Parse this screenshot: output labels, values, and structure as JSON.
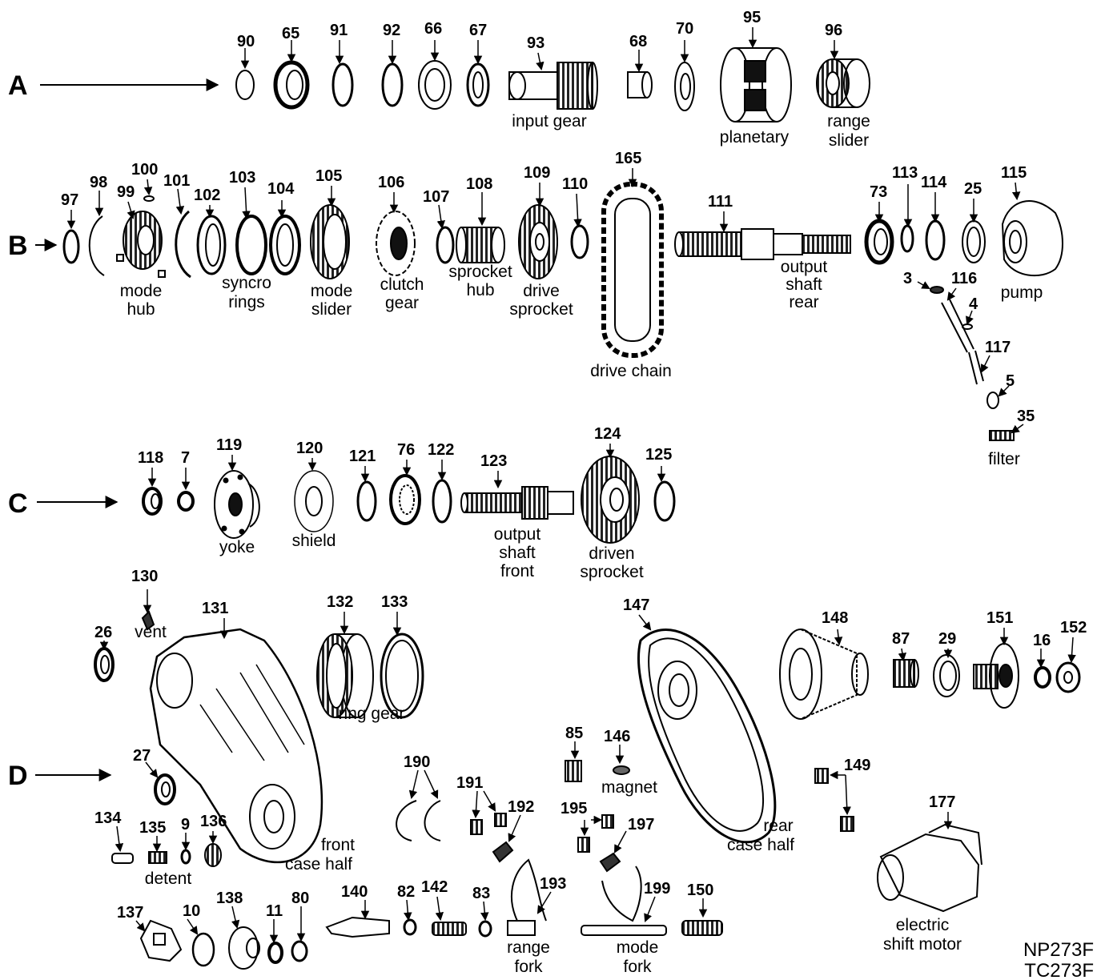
{
  "diagram": {
    "rows": [
      "A",
      "B",
      "C",
      "D"
    ],
    "parts": [
      {
        "id": "p90",
        "num": "90"
      },
      {
        "id": "p65",
        "num": "65"
      },
      {
        "id": "p91",
        "num": "91"
      },
      {
        "id": "p92",
        "num": "92"
      },
      {
        "id": "p66",
        "num": "66"
      },
      {
        "id": "p67",
        "num": "67"
      },
      {
        "id": "p93",
        "num": "93"
      },
      {
        "id": "p68",
        "num": "68"
      },
      {
        "id": "p70",
        "num": "70"
      },
      {
        "id": "p95",
        "num": "95"
      },
      {
        "id": "p96",
        "num": "96"
      },
      {
        "id": "p97",
        "num": "97"
      },
      {
        "id": "p98",
        "num": "98"
      },
      {
        "id": "p99",
        "num": "99"
      },
      {
        "id": "p100",
        "num": "100"
      },
      {
        "id": "p101",
        "num": "101"
      },
      {
        "id": "p102",
        "num": "102"
      },
      {
        "id": "p103",
        "num": "103"
      },
      {
        "id": "p104",
        "num": "104"
      },
      {
        "id": "p105",
        "num": "105"
      },
      {
        "id": "p106",
        "num": "106"
      },
      {
        "id": "p107",
        "num": "107"
      },
      {
        "id": "p108",
        "num": "108"
      },
      {
        "id": "p109",
        "num": "109"
      },
      {
        "id": "p110",
        "num": "110"
      },
      {
        "id": "p165",
        "num": "165"
      },
      {
        "id": "p111",
        "num": "111"
      },
      {
        "id": "p73",
        "num": "73"
      },
      {
        "id": "p113",
        "num": "113"
      },
      {
        "id": "p114",
        "num": "114"
      },
      {
        "id": "p25",
        "num": "25"
      },
      {
        "id": "p115",
        "num": "115"
      },
      {
        "id": "p3",
        "num": "3"
      },
      {
        "id": "p116",
        "num": "116"
      },
      {
        "id": "p4",
        "num": "4"
      },
      {
        "id": "p117",
        "num": "117"
      },
      {
        "id": "p5",
        "num": "5"
      },
      {
        "id": "p35",
        "num": "35"
      },
      {
        "id": "p118",
        "num": "118"
      },
      {
        "id": "p7",
        "num": "7"
      },
      {
        "id": "p119",
        "num": "119"
      },
      {
        "id": "p120",
        "num": "120"
      },
      {
        "id": "p121",
        "num": "121"
      },
      {
        "id": "p76",
        "num": "76"
      },
      {
        "id": "p122",
        "num": "122"
      },
      {
        "id": "p123",
        "num": "123"
      },
      {
        "id": "p124",
        "num": "124"
      },
      {
        "id": "p125",
        "num": "125"
      },
      {
        "id": "p130",
        "num": "130"
      },
      {
        "id": "p131",
        "num": "131"
      },
      {
        "id": "p26",
        "num": "26"
      },
      {
        "id": "p132",
        "num": "132"
      },
      {
        "id": "p133",
        "num": "133"
      },
      {
        "id": "p147",
        "num": "147"
      },
      {
        "id": "p148",
        "num": "148"
      },
      {
        "id": "p87",
        "num": "87"
      },
      {
        "id": "p29",
        "num": "29"
      },
      {
        "id": "p151",
        "num": "151"
      },
      {
        "id": "p16",
        "num": "16"
      },
      {
        "id": "p152",
        "num": "152"
      },
      {
        "id": "p27",
        "num": "27"
      },
      {
        "id": "p85",
        "num": "85"
      },
      {
        "id": "p146",
        "num": "146"
      },
      {
        "id": "p149",
        "num": "149"
      },
      {
        "id": "p190",
        "num": "190"
      },
      {
        "id": "p191",
        "num": "191"
      },
      {
        "id": "p192",
        "num": "192"
      },
      {
        "id": "p195",
        "num": "195"
      },
      {
        "id": "p197",
        "num": "197"
      },
      {
        "id": "p177",
        "num": "177"
      },
      {
        "id": "p134",
        "num": "134"
      },
      {
        "id": "p135",
        "num": "135"
      },
      {
        "id": "p9",
        "num": "9"
      },
      {
        "id": "p136",
        "num": "136"
      },
      {
        "id": "p137",
        "num": "137"
      },
      {
        "id": "p10",
        "num": "10"
      },
      {
        "id": "p138",
        "num": "138"
      },
      {
        "id": "p11",
        "num": "11"
      },
      {
        "id": "p80",
        "num": "80"
      },
      {
        "id": "p140",
        "num": "140"
      },
      {
        "id": "p82",
        "num": "82"
      },
      {
        "id": "p142",
        "num": "142"
      },
      {
        "id": "p83",
        "num": "83"
      },
      {
        "id": "p193",
        "num": "193"
      },
      {
        "id": "p199",
        "num": "199"
      },
      {
        "id": "p150",
        "num": "150"
      }
    ],
    "labels": [
      {
        "id": "input-gear",
        "lines": [
          "input gear"
        ]
      },
      {
        "id": "planetary",
        "lines": [
          "planetary"
        ]
      },
      {
        "id": "range-slider",
        "lines": [
          "range",
          "slider"
        ]
      },
      {
        "id": "mode-hub",
        "lines": [
          "mode",
          "hub"
        ]
      },
      {
        "id": "syncro-rings",
        "lines": [
          "syncro",
          "rings"
        ]
      },
      {
        "id": "mode-slider",
        "lines": [
          "mode",
          "slider"
        ]
      },
      {
        "id": "clutch-gear",
        "lines": [
          "clutch",
          "gear"
        ]
      },
      {
        "id": "sprocket-hub",
        "lines": [
          "sprocket",
          "hub"
        ]
      },
      {
        "id": "drive-sprocket",
        "lines": [
          "drive",
          "sprocket"
        ]
      },
      {
        "id": "drive-chain",
        "lines": [
          "drive chain"
        ]
      },
      {
        "id": "output-shaft-rear",
        "lines": [
          "output",
          "shaft",
          "rear"
        ]
      },
      {
        "id": "pump",
        "lines": [
          "pump"
        ]
      },
      {
        "id": "filter",
        "lines": [
          "filter"
        ]
      },
      {
        "id": "yoke",
        "lines": [
          "yoke"
        ]
      },
      {
        "id": "shield",
        "lines": [
          "shield"
        ]
      },
      {
        "id": "output-shaft-front",
        "lines": [
          "output",
          "shaft",
          "front"
        ]
      },
      {
        "id": "driven-sprocket",
        "lines": [
          "driven",
          "sprocket"
        ]
      },
      {
        "id": "vent",
        "lines": [
          "vent"
        ]
      },
      {
        "id": "ring-gear",
        "lines": [
          "ring gear"
        ]
      },
      {
        "id": "front-case-half",
        "lines": [
          "front",
          "case half"
        ]
      },
      {
        "id": "detent",
        "lines": [
          "detent"
        ]
      },
      {
        "id": "magnet",
        "lines": [
          "magnet"
        ]
      },
      {
        "id": "rear-case-half",
        "lines": [
          "rear",
          "case half"
        ]
      },
      {
        "id": "range-fork",
        "lines": [
          "range",
          "fork"
        ]
      },
      {
        "id": "mode-fork",
        "lines": [
          "mode",
          "fork"
        ]
      },
      {
        "id": "electric-shift-motor",
        "lines": [
          "electric",
          "shift motor"
        ]
      }
    ],
    "model": [
      "NP273F",
      "TC273F"
    ]
  }
}
